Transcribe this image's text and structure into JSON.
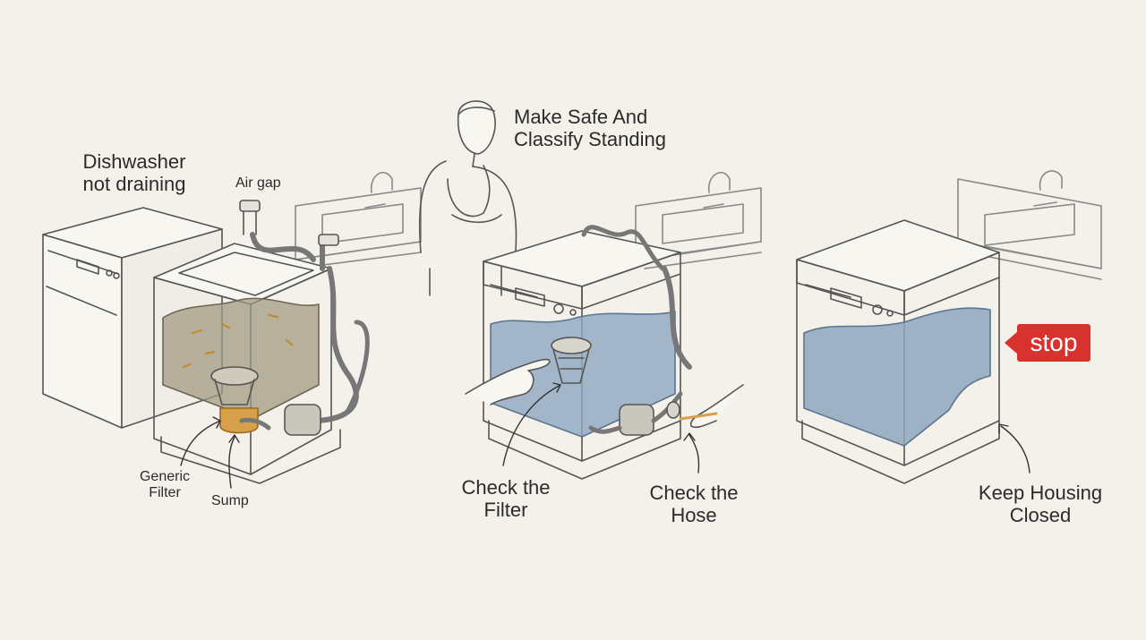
{
  "labels": {
    "dishwasher_not_draining": [
      "Dishwasher",
      "not draining"
    ],
    "air_gap": "Air gap",
    "generic_filter": [
      "Generic",
      "Filter"
    ],
    "sump": "Sump",
    "make_safe": [
      "Make Safe And",
      "Classify Standing"
    ],
    "check_filter": [
      "Check the",
      "Filter"
    ],
    "check_hose": [
      "Check the",
      "Hose"
    ],
    "stop": "stop",
    "keep_housing": [
      "Keep Housing",
      "Closed"
    ]
  },
  "colors": {
    "background": "#f3f1ea",
    "line": "#4a4a4a",
    "dirty_water": "#a29a82",
    "clean_water": "#8ea7c0",
    "filter_orange": "#d9a04a",
    "stop_red": "#d8322e"
  }
}
